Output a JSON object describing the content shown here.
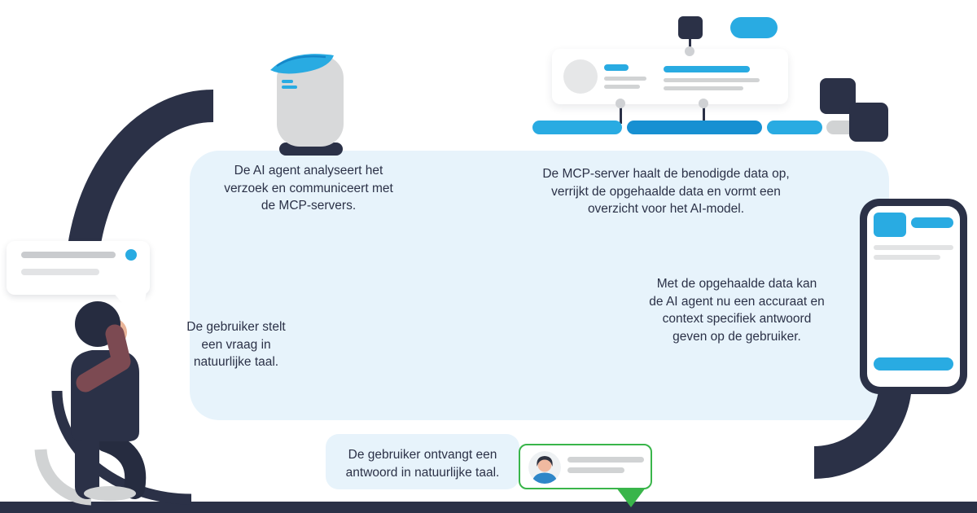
{
  "colors": {
    "navy": "#2b3147",
    "blue": "#29abe2",
    "blue_dark": "#1790d2",
    "panel_blue": "#e7f3fb",
    "green": "#39b54a",
    "gray_light": "#d1d3d4",
    "gray_lighter": "#e6e7e8",
    "maroon": "#7c4a52",
    "skin": "#e8b498"
  },
  "steps": {
    "user_question": {
      "lines": [
        "De gebruiker stelt",
        "een vraag in",
        "natuurlijke taal."
      ]
    },
    "ai_agent": {
      "lines": [
        "De AI agent analyseert het",
        "verzoek en communiceert met",
        "de MCP-servers."
      ]
    },
    "mcp_server": {
      "lines": [
        "De MCP-server haalt de benodigde data op,",
        "verrijkt de opgehaalde data en vormt een",
        "overzicht voor het AI-model."
      ]
    },
    "answer": {
      "lines": [
        "Met de opgehaalde data kan",
        "de AI agent nu een accuraat en",
        "context specifiek antwoord",
        "geven op de gebruiker."
      ]
    },
    "user_receives": {
      "lines": [
        "De gebruiker ontvangt een",
        "antwoord in natuurlijke taal."
      ]
    }
  },
  "icons": {
    "robot": "ai-robot",
    "server": "server-card",
    "phone": "smartphone",
    "speech_bubble": "user-speech-bubble",
    "chat_reply": "chat-reply-bubble",
    "person": "thinking-person"
  }
}
